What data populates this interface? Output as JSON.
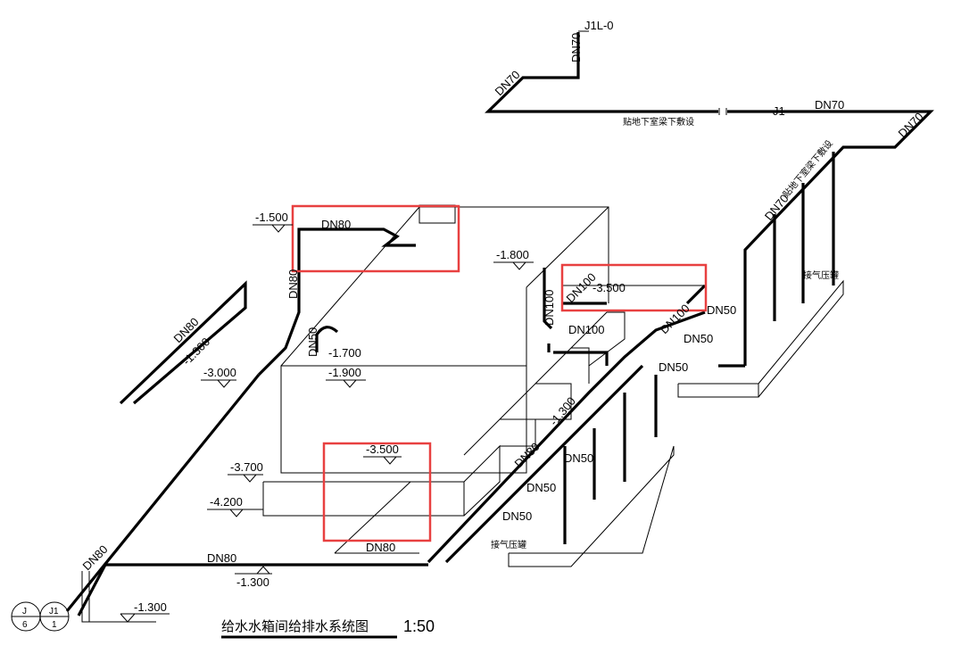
{
  "drawing": {
    "title": "给水水箱间给排水系统图",
    "scale": "1:50",
    "riser_tag": "J1L-0",
    "pipe_tag": "J1",
    "note_under_beam": "贴地下室梁下敷设",
    "note_diag": "贴地下室梁下敷设",
    "pressure_tank_1": "接气压罐",
    "pressure_tank_2": "接气压罐",
    "dims": {
      "dn70_a": "DN70",
      "dn70_b": "DN70",
      "dn70_c": "DN70",
      "dn70_d": "DN70",
      "dn70_e": "DN70",
      "dn80_top": "DN80",
      "dn80_vert": "DN80",
      "dn80_left": "DN80",
      "dn80_bottom": "DN80",
      "dn80_inner": "DN80",
      "dn80_mid": "DN80",
      "dn80_corner": "DN80",
      "dn50_vent": "DN50",
      "dn100_a": "DN100",
      "dn100_b": "DN100",
      "dn100_c": "DN100",
      "dn100_d": "DN100",
      "dn50_1": "DN50",
      "dn50_2": "DN50",
      "dn50_3": "DN50",
      "dn50_4": "DN50",
      "dn50_5": "DN50",
      "dn50_6": "DN50"
    },
    "elevations": {
      "e1": "-1.500",
      "e2": "-1.800",
      "e3": "-3.500",
      "e4": "-1.300",
      "e5": "-3.000",
      "e6": "-1.700",
      "e7": "-1.900",
      "e8": "-3.500",
      "e9": "-3.700",
      "e10": "-4.200",
      "e11": "-1.300",
      "e12": "-1.300",
      "e13": "-1.300"
    },
    "index_marks": [
      {
        "top": "J",
        "bottom": "6"
      },
      {
        "top": "J1",
        "bottom": "1"
      }
    ]
  },
  "colors": {
    "line": "#000000",
    "highlight": "#e84040"
  }
}
